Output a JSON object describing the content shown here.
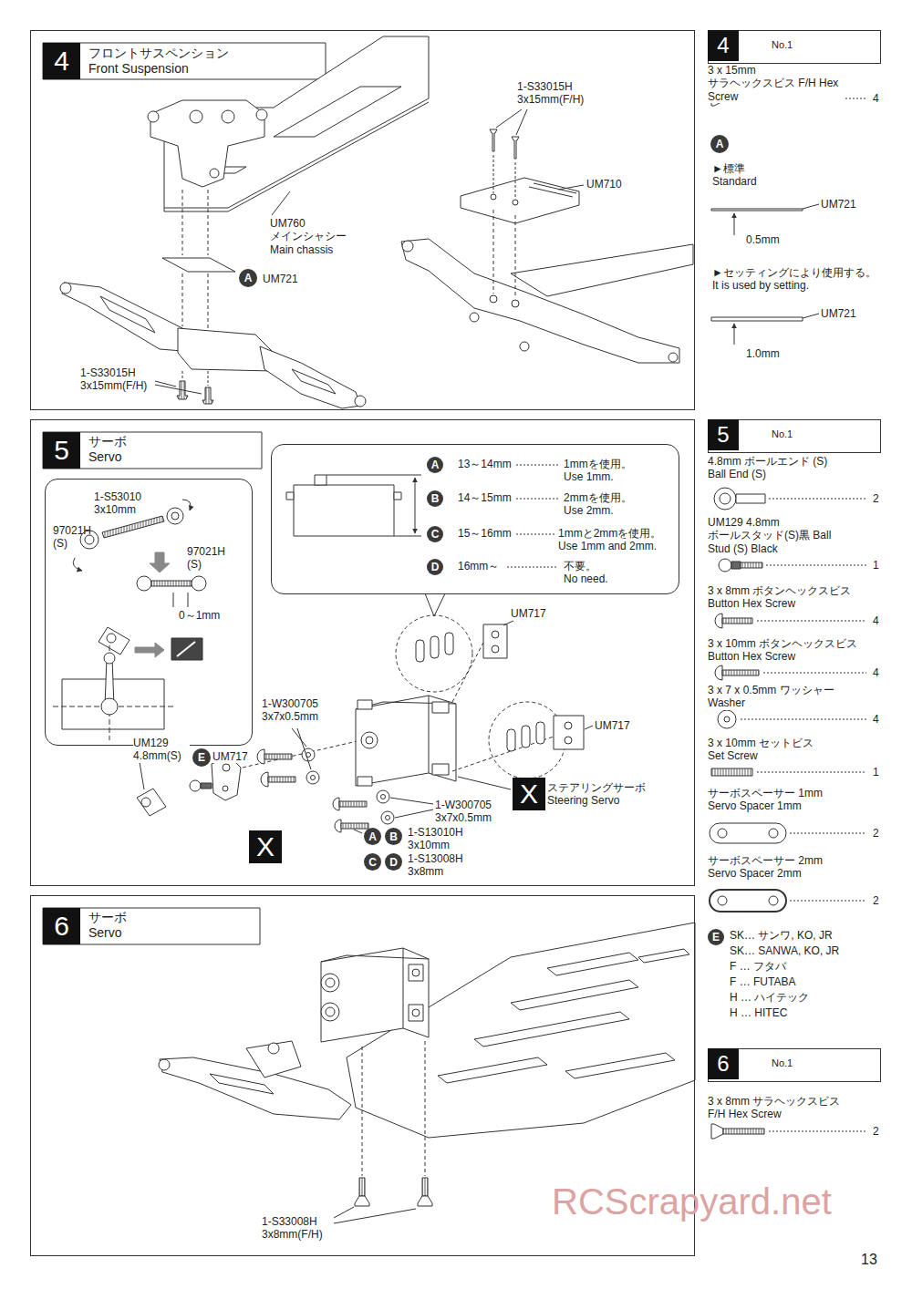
{
  "diagram": {
    "nodes": [
      {
        "text": [
          "4",
          "フロントサスペンション Front Suspension"
        ]
      },
      {
        "text": [
          "A"
        ],
        "in": 0
      },
      {
        "text": [
          "4",
          "No.1"
        ]
      },
      {
        "text": [
          "A"
        ]
      },
      {
        "text": [
          "5",
          "サーボ Servo"
        ]
      },
      {
        "text": [
          "1-S53010 3x10mm",
          "97021H (S)",
          "97021H (S)",
          "0～1mm"
        ],
        "in": 4
      },
      {
        "text": [
          "13～14mm",
          "1mmを使用。 Use 1mm.",
          "14～15mm",
          "2mmを使用。 Use 2mm.",
          "15～16mm",
          "1mmと2mmを使用。 Use 1mm and 2mm.",
          "16mm～",
          "不要。 No need."
        ],
        "in": 4
      },
      {
        "text": [
          "A"
        ],
        "in": 6
      },
      {
        "text": [
          "B"
        ],
        "in": 6
      },
      {
        "text": [
          "C"
        ],
        "in": 6
      },
      {
        "text": [
          "D"
        ],
        "in": 6
      },
      {
        "text": [
          "E"
        ],
        "in": 4
      },
      {
        "text": [
          "X"
        ],
        "in": 4
      },
      {
        "text": [
          "X"
        ],
        "in": 4
      },
      {
        "text": [
          "A"
        ],
        "in": 4
      },
      {
        "text": [
          "B"
        ],
        "in": 4
      },
      {
        "text": [
          "C"
        ],
        "in": 4
      },
      {
        "text": [
          "D"
        ],
        "in": 4
      },
      {
        "text": [
          "5",
          "No.1"
        ]
      },
      {
        "text": [
          "E"
        ]
      },
      {
        "text": [
          "6",
          "サーボ Servo"
        ]
      },
      {
        "text": [
          "6",
          "No.1"
        ]
      }
    ],
    "labels": [
      "1-S33015H 3x15mm(F/H)",
      "UM710",
      "UM760 メインシャシー Main chassis",
      "UM721",
      "1-S33015H 3x15mm(F/H)",
      "3 x 15mm サラヘックスビス F/H Hex Screw",
      "4",
      "►標準 Standard",
      "UM721",
      "0.5mm",
      "►セッティングにより使用する。 It is used by setting.",
      "UM721",
      "1.0mm",
      "UM717",
      "UM717",
      "1-W300705 3x7x0.5mm",
      "UM129 4.8mm(S)",
      "UM717",
      "1-W300705 3x7x0.5mm",
      "ステアリングサーボ Steering Servo",
      "1-S13010H 3x10mm",
      "1-S13008H 3x8mm",
      "4.8mm ボールエンド (S) Ball End (S)",
      "2",
      "UM129 4.8mm ボールスタッド(S)黒 Ball Stud (S) Black",
      "1",
      "3 x 8mm ボタンヘックスビス Button Hex Screw",
      "4",
      "3 x 10mm ボタンヘックスビス Button Hex Screw",
      "4",
      "3 x 7 x 0.5mm ワッシャー Washer",
      "4",
      "3 x 10mm セットビス Set Screw",
      "1",
      "サーボスペーサー 1mm Servo Spacer 1mm",
      "2",
      "サーボスペーサー 2mm Servo Spacer 2mm",
      "2",
      "SK… サンワ, KO, JR",
      "SK… SANWA, KO, JR",
      "F … フタバ",
      "F … FUTABA",
      "H … ハイテック",
      "H … HITEC",
      "3 x 8mm サラヘックスビス F/H Hex Screw",
      "2",
      "1-S33008H 3x8mm(F/H)",
      "RCScrapyard.net",
      "13"
    ]
  }
}
